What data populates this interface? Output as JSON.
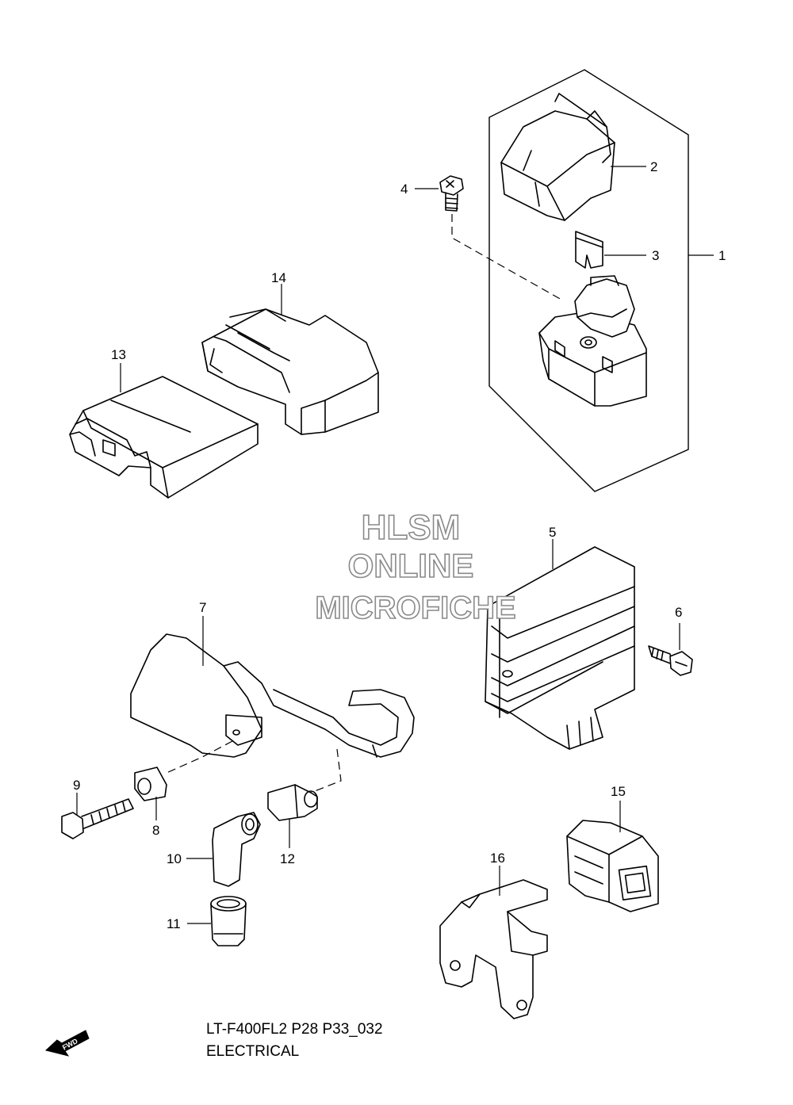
{
  "watermark": {
    "line1": "HLSM",
    "line2": "ONLINE",
    "line3": "MICROFICHE"
  },
  "callouts": {
    "c1": "1",
    "c2": "2",
    "c3": "3",
    "c4": "4",
    "c5": "5",
    "c6": "6",
    "c7": "7",
    "c8": "8",
    "c9": "9",
    "c10": "10",
    "c11": "11",
    "c12": "12",
    "c13": "13",
    "c14": "14",
    "c15": "15",
    "c16": "16"
  },
  "footer": {
    "code": "LT-F400FL2 P28 P33_032",
    "title": "ELECTRICAL"
  },
  "fwd_label": "FWD"
}
